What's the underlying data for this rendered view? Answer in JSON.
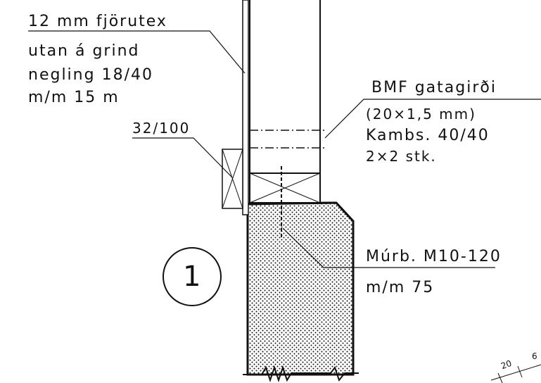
{
  "labels": {
    "fjorutex_line1": "12 mm fjörutex",
    "fjorutex_line2": "utan á grind",
    "fjorutex_line3": "negling 18/40",
    "fjorutex_line4": "m/m 15 m",
    "plank": "32/100",
    "bmf_title": "BMF gatagirði",
    "bmf_line2": "(20×1,5 mm)",
    "bmf_line3": "Kambs. 40/40",
    "bmf_line4": "2×2 stk.",
    "murb_line1": "Múrb. M10-120",
    "murb_line2": "m/m 75"
  },
  "detail_number": "1",
  "dimension": {
    "partial_label": "20",
    "cut_label": "6"
  },
  "colors": {
    "ink": "#111111",
    "paper": "#ffffff"
  }
}
